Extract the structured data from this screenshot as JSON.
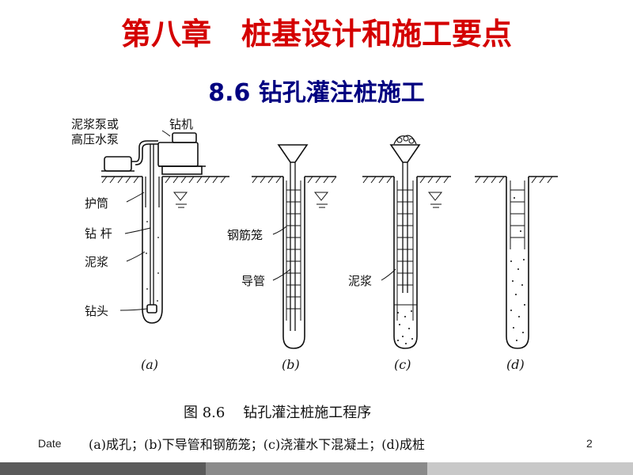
{
  "slide": {
    "title": "第八章　桩基设计和施工要点",
    "subtitle": "8.6 钻孔灌注桩施工",
    "footer": {
      "date": "Date",
      "page": "2"
    }
  },
  "figure": {
    "labels": {
      "pump": [
        "泥浆泵或",
        "高压水泵"
      ],
      "drill_machine": "钻机",
      "casing": "护筒",
      "drill_rod": "钻  杆",
      "mud_a": "泥浆",
      "drill_bit": "钻头",
      "rebar_cage": "钢筋笼",
      "tremie": "导管",
      "mud_c": "泥浆"
    },
    "subcaptions": [
      "(a)",
      "(b)",
      "(c)",
      "(d)"
    ],
    "caption": "图 8.6    钻孔灌注桩施工程序",
    "caption_detail": "(a)成孔；(b)下导管和钢筋笼；(c)浇灌水下混凝土；(d)成桩"
  },
  "colors": {
    "title": "#d40000",
    "subtitle": "#000080",
    "bar_dark": "#5a5a5a",
    "bar_mid": "#8a8a8a",
    "bar_light": "#c8c8c8"
  }
}
